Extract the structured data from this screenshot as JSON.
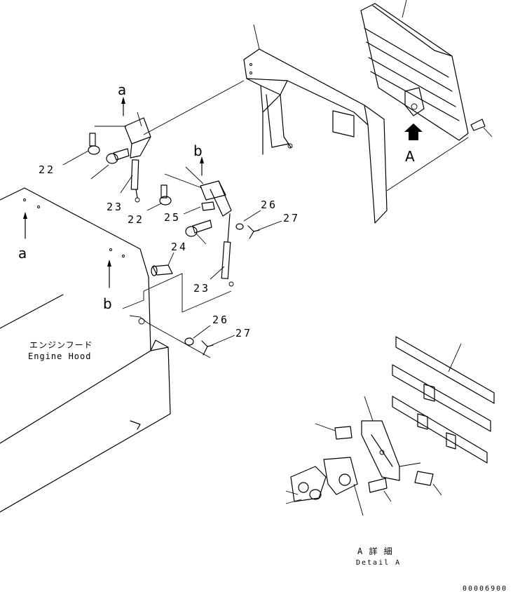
{
  "callouts": {
    "c22a": "22",
    "c22b": "22",
    "c23a": "23",
    "c23b": "23",
    "c24": "24",
    "c25": "25",
    "c26a": "26",
    "c26b": "26",
    "c27a": "27",
    "c27b": "27"
  },
  "refs": {
    "a_top": "a",
    "a_bottom": "a",
    "b_top": "b",
    "b_bottom": "b",
    "A_view": "A"
  },
  "hood_label": {
    "jp": "エンジンフード",
    "en": "Engine Hood"
  },
  "detail_label": {
    "jp": "A 詳 細",
    "en": "Detail A"
  },
  "drawing_number": "00006900"
}
